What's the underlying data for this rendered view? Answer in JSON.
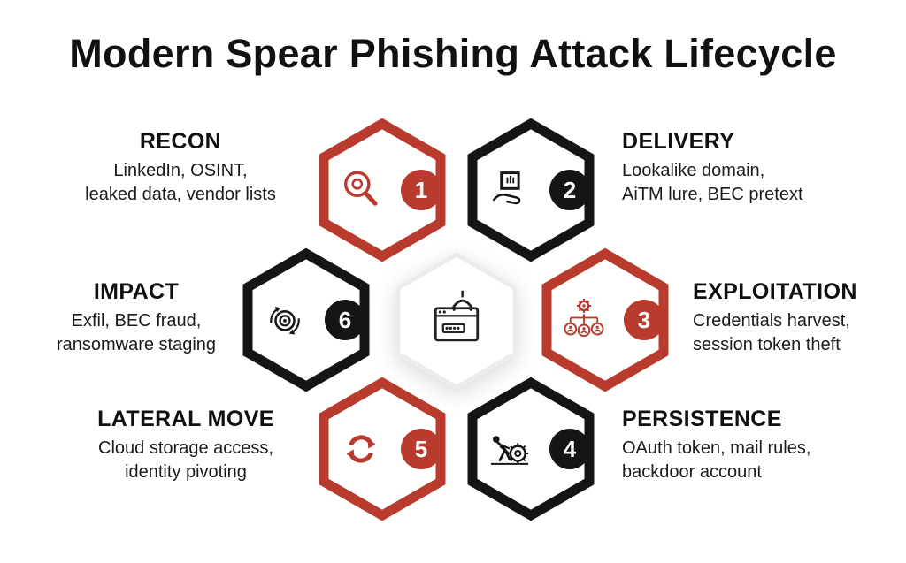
{
  "title": "Modern Spear Phishing Attack Lifecycle",
  "colors": {
    "red": "#b83b2e",
    "black": "#151515",
    "center_border": "#ececec",
    "background": "#ffffff"
  },
  "center": {
    "icon": "phishing-browser-hook-icon"
  },
  "stages": [
    {
      "number": "1",
      "title": "RECON",
      "line1": "LinkedIn, OSINT,",
      "line2": "leaked data, vendor lists",
      "color": "red",
      "icon": "magnifier-icon",
      "side": "left"
    },
    {
      "number": "2",
      "title": "DELIVERY",
      "line1": "Lookalike domain,",
      "line2": "AiTM lure, BEC pretext",
      "color": "black",
      "icon": "package-hand-icon",
      "side": "right"
    },
    {
      "number": "3",
      "title": "EXPLOITATION",
      "line1": "Credentials harvest,",
      "line2": "session token theft",
      "color": "red",
      "icon": "gear-network-icon",
      "side": "right"
    },
    {
      "number": "4",
      "title": "PERSISTENCE",
      "line1": "OAuth token, mail rules,",
      "line2": "backdoor account",
      "color": "black",
      "icon": "person-gear-icon",
      "side": "right"
    },
    {
      "number": "5",
      "title": "LATERAL MOVE",
      "line1": "Cloud storage access,",
      "line2": "identity pivoting",
      "color": "red",
      "icon": "sync-arrows-icon",
      "side": "left"
    },
    {
      "number": "6",
      "title": "IMPACT",
      "line1": "Exfil, BEC fraud,",
      "line2": "ransomware staging",
      "color": "black",
      "icon": "target-arrows-icon",
      "side": "left"
    }
  ]
}
